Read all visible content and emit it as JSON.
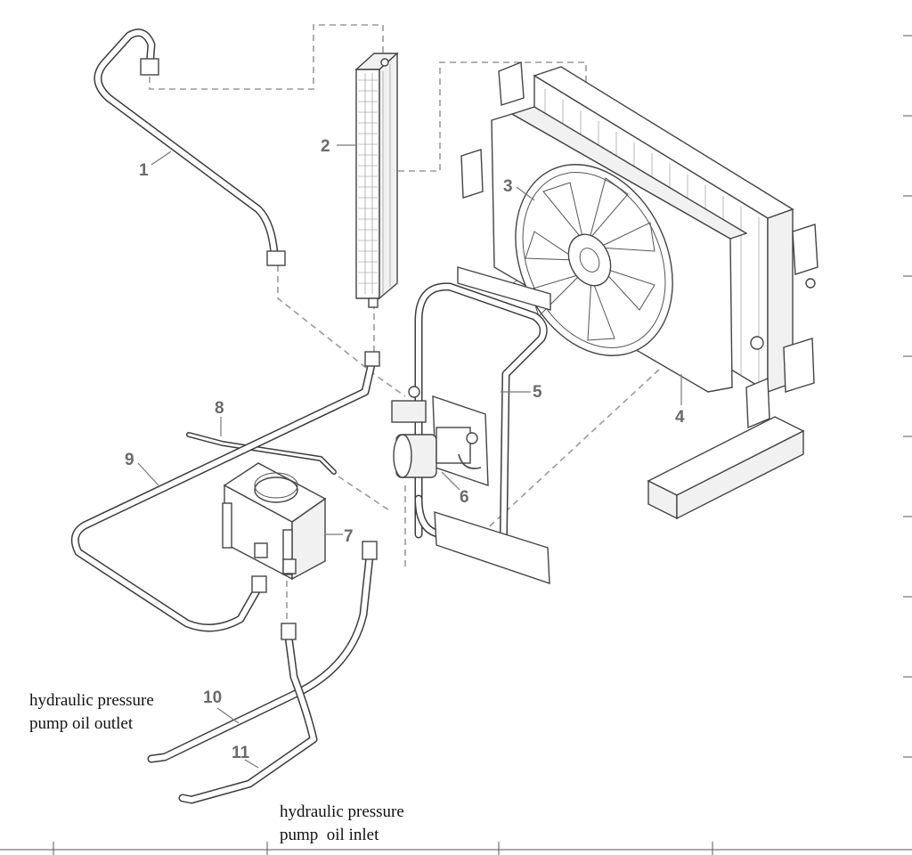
{
  "callouts": [
    {
      "id": "1",
      "text": "1"
    },
    {
      "id": "2",
      "text": "2"
    },
    {
      "id": "3",
      "text": "3"
    },
    {
      "id": "4",
      "text": "4"
    },
    {
      "id": "5",
      "text": "5"
    },
    {
      "id": "6",
      "text": "6"
    },
    {
      "id": "7",
      "text": "7"
    },
    {
      "id": "8",
      "text": "8"
    },
    {
      "id": "9",
      "text": "9"
    },
    {
      "id": "10",
      "text": "10"
    },
    {
      "id": "11",
      "text": "11"
    }
  ],
  "annotations": {
    "outlet_line1": "hydraulic pressure",
    "outlet_line2": "pump oil outlet",
    "inlet_line1": "hydraulic pressure",
    "inlet_line2": "pump  oil inlet"
  }
}
